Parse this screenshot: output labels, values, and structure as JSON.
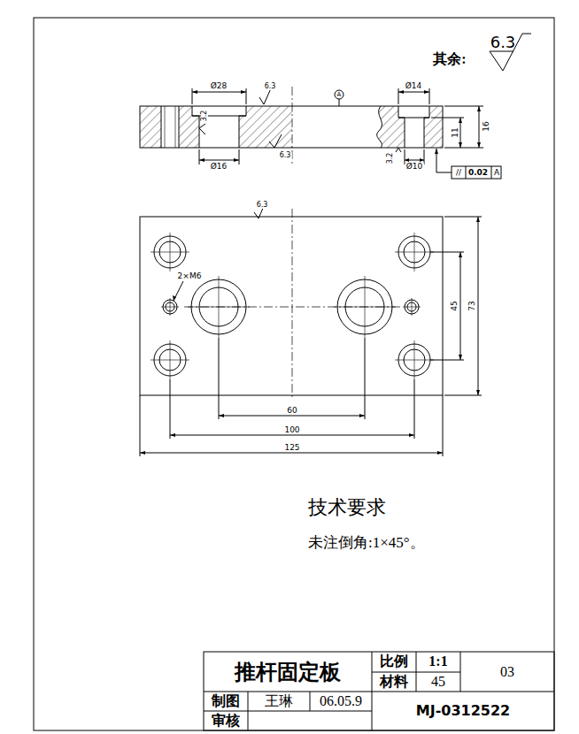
{
  "diagram": {
    "title": "推杆固定板",
    "labels": [
      "其余:",
      "6.3",
      "Ø28",
      "6.3",
      "A",
      "Ø14",
      "16",
      "11",
      "3.2",
      "Ø16",
      "6.3",
      "3.2",
      "Ø10",
      "//",
      "0.02",
      "A",
      "6.3",
      "2×M6",
      "45",
      "73",
      "60",
      "100",
      "125",
      "技术要求",
      "未注倒角:1×45°。",
      "比例",
      "1:1",
      "材料",
      "45",
      "03",
      "制图",
      "王琳",
      "06.05.9",
      "审核",
      "MJ-0312522"
    ]
  }
}
